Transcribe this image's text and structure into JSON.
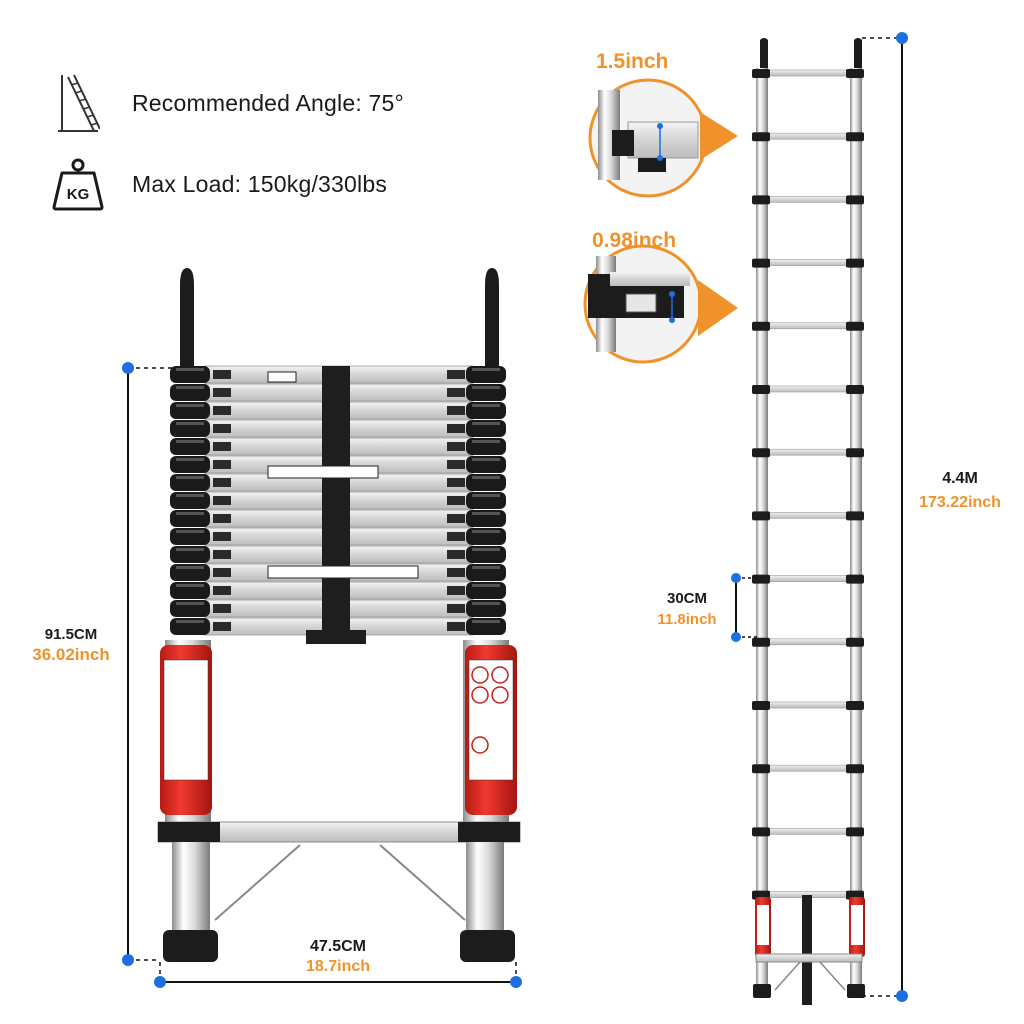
{
  "specs": {
    "angle_label": "Recommended Angle: 75°",
    "load_label": "Max Load: 150kg/330lbs",
    "kg_badge": "KG"
  },
  "collapsed": {
    "height_metric": "91.5CM",
    "height_imperial": "36.02inch",
    "width_metric": "47.5CM",
    "width_imperial": "18.7inch"
  },
  "extended": {
    "height_metric": "4.4M",
    "height_imperial": "173.22inch",
    "rung_spacing_metric": "30CM",
    "rung_spacing_imperial": "11.8inch"
  },
  "callouts": {
    "rung_depth": "1.5inch",
    "rung_height": "0.98inch"
  },
  "colors": {
    "accent": "#f0922b",
    "marker": "#1e6fe0",
    "text": "#1a1a1a",
    "warning_red": "#e0271f"
  }
}
